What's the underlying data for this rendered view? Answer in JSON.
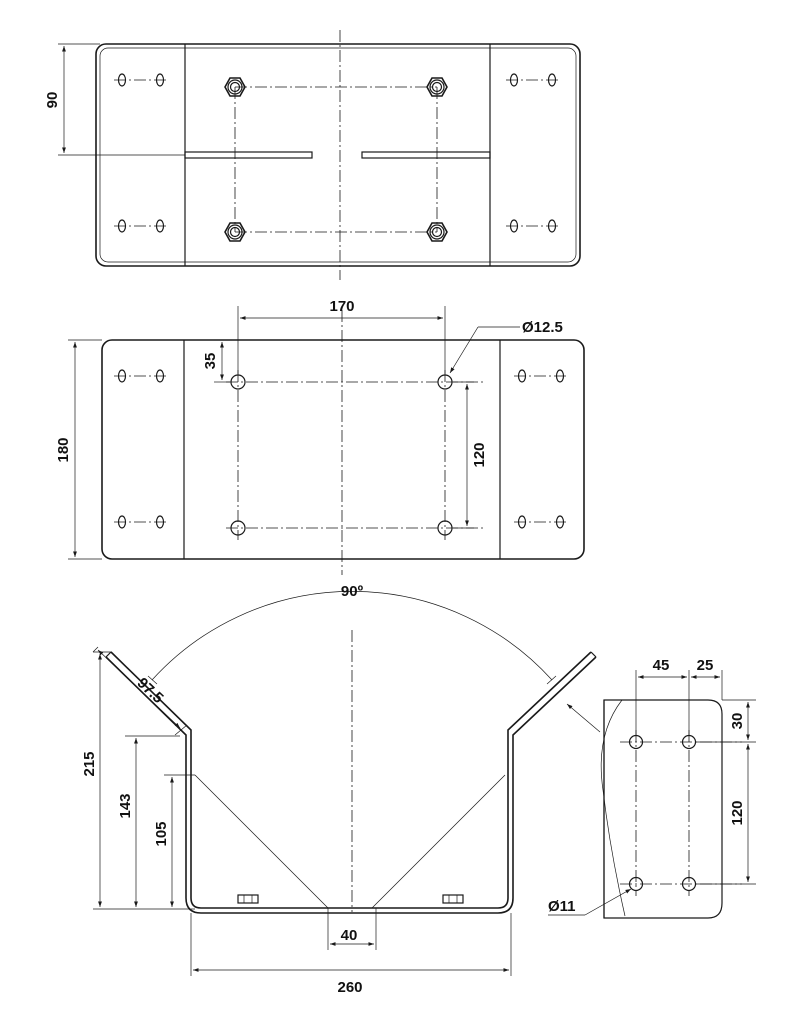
{
  "dimensions": {
    "top_view": {
      "height_90": "90"
    },
    "plan_view": {
      "width_170": "170",
      "hole_dia": "Ø12.5",
      "offset_35": "35",
      "spacing_120": "120",
      "height_180": "180"
    },
    "side_view": {
      "angle": "90º",
      "flange_97_5": "97.5",
      "height_215": "215",
      "height_143": "143",
      "height_105": "105",
      "gap_40": "40",
      "width_260": "260"
    },
    "detail_view": {
      "width_45": "45",
      "width_25": "25",
      "offset_30": "30",
      "spacing_120": "120",
      "hole_dia": "Ø11"
    }
  }
}
